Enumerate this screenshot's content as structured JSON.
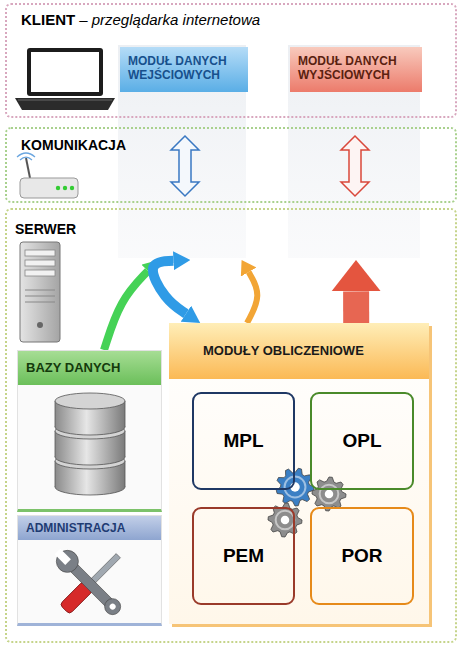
{
  "diagram": {
    "nodes": [
      {
        "text": [
          "KLIENT",
          "– przeglądarka internetowa"
        ]
      },
      {
        "text": [
          "MODUŁ DANYCH WEJŚCIOWYCH"
        ],
        "in": 0
      },
      {
        "text": [
          "MODUŁ DANYCH WYJŚCIOWYCH"
        ],
        "in": 0
      },
      {
        "text": [
          "KOMUNIKACJA"
        ]
      },
      {
        "text": [
          "SERWER"
        ]
      },
      {
        "text": [
          "BAZY DANYCH"
        ],
        "in": 4
      },
      {
        "text": [
          "ADMINISTRACJA"
        ],
        "in": 4
      },
      {
        "text": [
          "MODUŁY OBLICZENIOWE"
        ],
        "in": 4
      },
      {
        "text": [
          "MPL"
        ],
        "in": 7
      },
      {
        "text": [
          "OPL"
        ],
        "in": 7
      },
      {
        "text": [
          "PEM"
        ],
        "in": 7
      },
      {
        "text": [
          "POR"
        ],
        "in": 7
      }
    ],
    "edges": [
      {
        "from": 5,
        "to": 1,
        "arrow": "to"
      },
      {
        "from": 1,
        "to": 7,
        "arrow": "both"
      },
      {
        "from": 7,
        "to": 1,
        "arrow": "to"
      },
      {
        "from": 7,
        "to": 2,
        "arrow": "to"
      }
    ]
  }
}
